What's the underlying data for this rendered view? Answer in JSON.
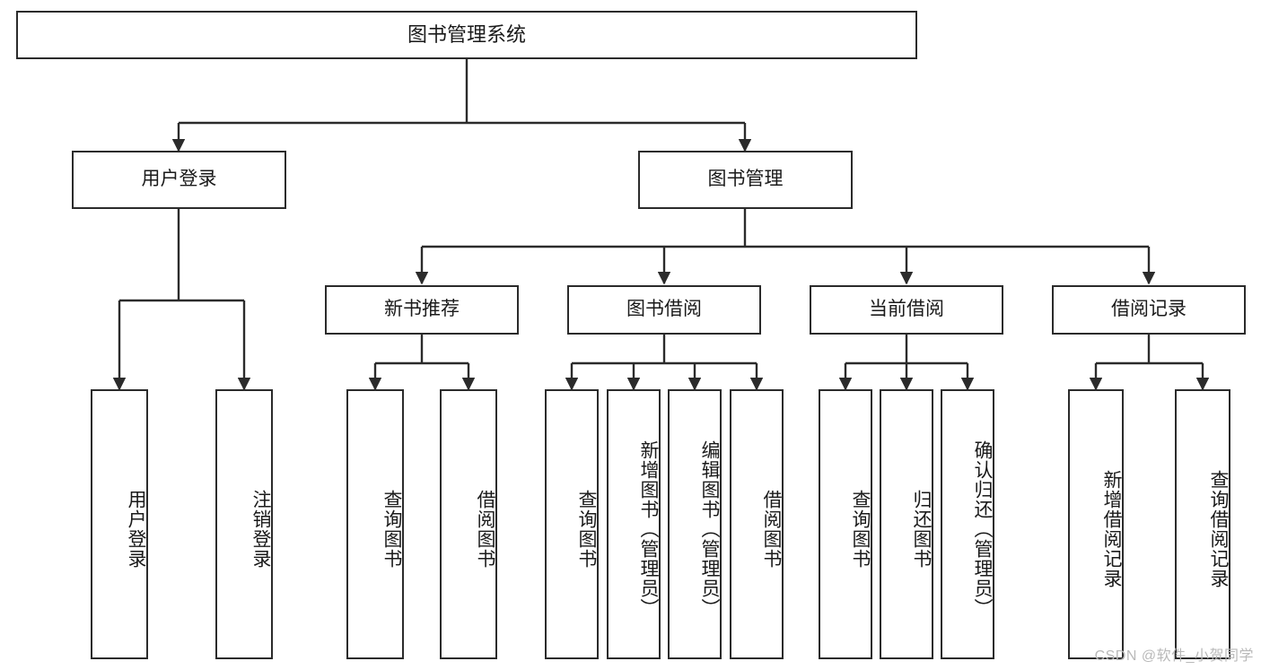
{
  "diagram": {
    "title": "图书管理系统",
    "type": "tree-hierarchy-diagram",
    "colors": {
      "box_border": "#2b2b2b",
      "box_fill": "#ffffff",
      "connector": "#2b2b2b",
      "background": "#ffffff",
      "watermark": "#b9b9b9"
    },
    "root": {
      "label": "图书管理系统"
    },
    "level1": [
      {
        "label": "用户登录"
      },
      {
        "label": "图书管理"
      }
    ],
    "level2": [
      {
        "label": "新书推荐"
      },
      {
        "label": "图书借阅"
      },
      {
        "label": "当前借阅"
      },
      {
        "label": "借阅记录"
      }
    ],
    "leaves": {
      "user_login": [
        {
          "label": "用户登录"
        },
        {
          "label": "注销登录"
        }
      ],
      "new_book_recommend": [
        {
          "label": "查询图书"
        },
        {
          "label": "借阅图书"
        }
      ],
      "book_borrow": [
        {
          "label": "查询图书"
        },
        {
          "label": "新增图书（管理员）"
        },
        {
          "label": "编辑图书（管理员）"
        },
        {
          "label": "借阅图书"
        }
      ],
      "current_borrow": [
        {
          "label": "查询图书"
        },
        {
          "label": "归还图书"
        },
        {
          "label": "确认归还（管理员）"
        }
      ],
      "borrow_record": [
        {
          "label": "新增借阅记录"
        },
        {
          "label": "查询借阅记录"
        }
      ]
    },
    "watermark": "CSDN @软件_小贺同学"
  }
}
